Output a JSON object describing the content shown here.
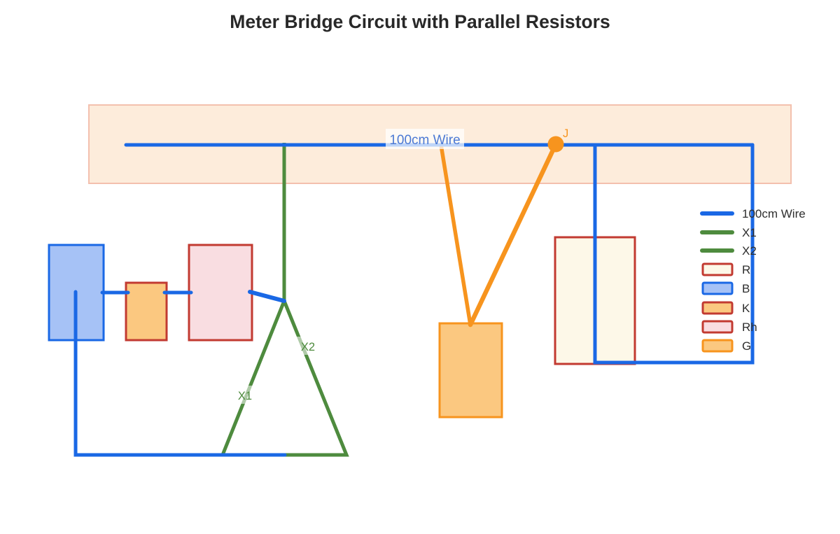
{
  "title": "Meter Bridge Circuit with Parallel Resistors",
  "colors": {
    "wire_blue": "#1a68e5",
    "wire_label_blue": "#4b79d4",
    "resistor_green": "#4e8b3e",
    "component_border_red": "#c23a31",
    "galvanometer_orange": "#f7941e",
    "orange_fill": "#fbc880",
    "bridge_band_fill": "#fdecdb",
    "bridge_band_border": "#f3c0ae",
    "resistance_box_fill": "#fdf8e8",
    "rheostat_fill": "#f9dde1",
    "battery_fill": "#a6c2f6",
    "text_dark": "#2e2e2e"
  },
  "diagram": {
    "wire_label": "100cm Wire",
    "jockey_label": "J",
    "resistor1_label": "X1",
    "resistor2_label": "X2"
  },
  "legend": {
    "items": [
      {
        "label": "100cm Wire",
        "swatch": "line",
        "color": "#1a68e5"
      },
      {
        "label": "X1",
        "swatch": "line",
        "color": "#4e8b3e"
      },
      {
        "label": "X2",
        "swatch": "line",
        "color": "#4e8b3e"
      },
      {
        "label": "R",
        "swatch": "rect",
        "border": "#c23a31",
        "fill": "#fdf8e8"
      },
      {
        "label": "B",
        "swatch": "rect",
        "border": "#1a68e5",
        "fill": "#a6c2f6"
      },
      {
        "label": "K",
        "swatch": "rect",
        "border": "#c23a31",
        "fill": "#fbc880"
      },
      {
        "label": "Rh",
        "swatch": "rect",
        "border": "#c23a31",
        "fill": "#f9dde1"
      },
      {
        "label": "G",
        "swatch": "rect",
        "border": "#f7941e",
        "fill": "#fbc880"
      }
    ]
  }
}
